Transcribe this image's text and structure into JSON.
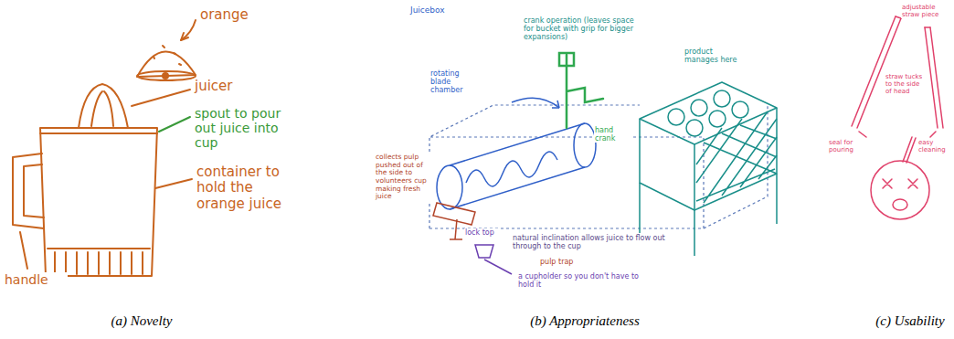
{
  "diagram": {
    "labels": [
      "orange",
      "juicer",
      "spout to pour out juice into cup",
      "container to hold the orange juice",
      "handle",
      "Juicebox",
      "crank operation (leaves space for bucket with grip for bigger expansions)",
      "product manages here",
      "rotating blade chamber",
      "hand crank",
      "collects pulp pushed out of the side to volunteers cup making fresh juice",
      "lock top",
      "natural inclination allows juice to flow out through to the cup",
      "pulp trap",
      "a cupholder so you don't have to hold it",
      "adjustable straw piece",
      "straw tucks to the side of head",
      "seal for pouring",
      "easy cleaning",
      "(a) Novelty",
      "(b) Appropriateness",
      "(c) Usability"
    ]
  }
}
